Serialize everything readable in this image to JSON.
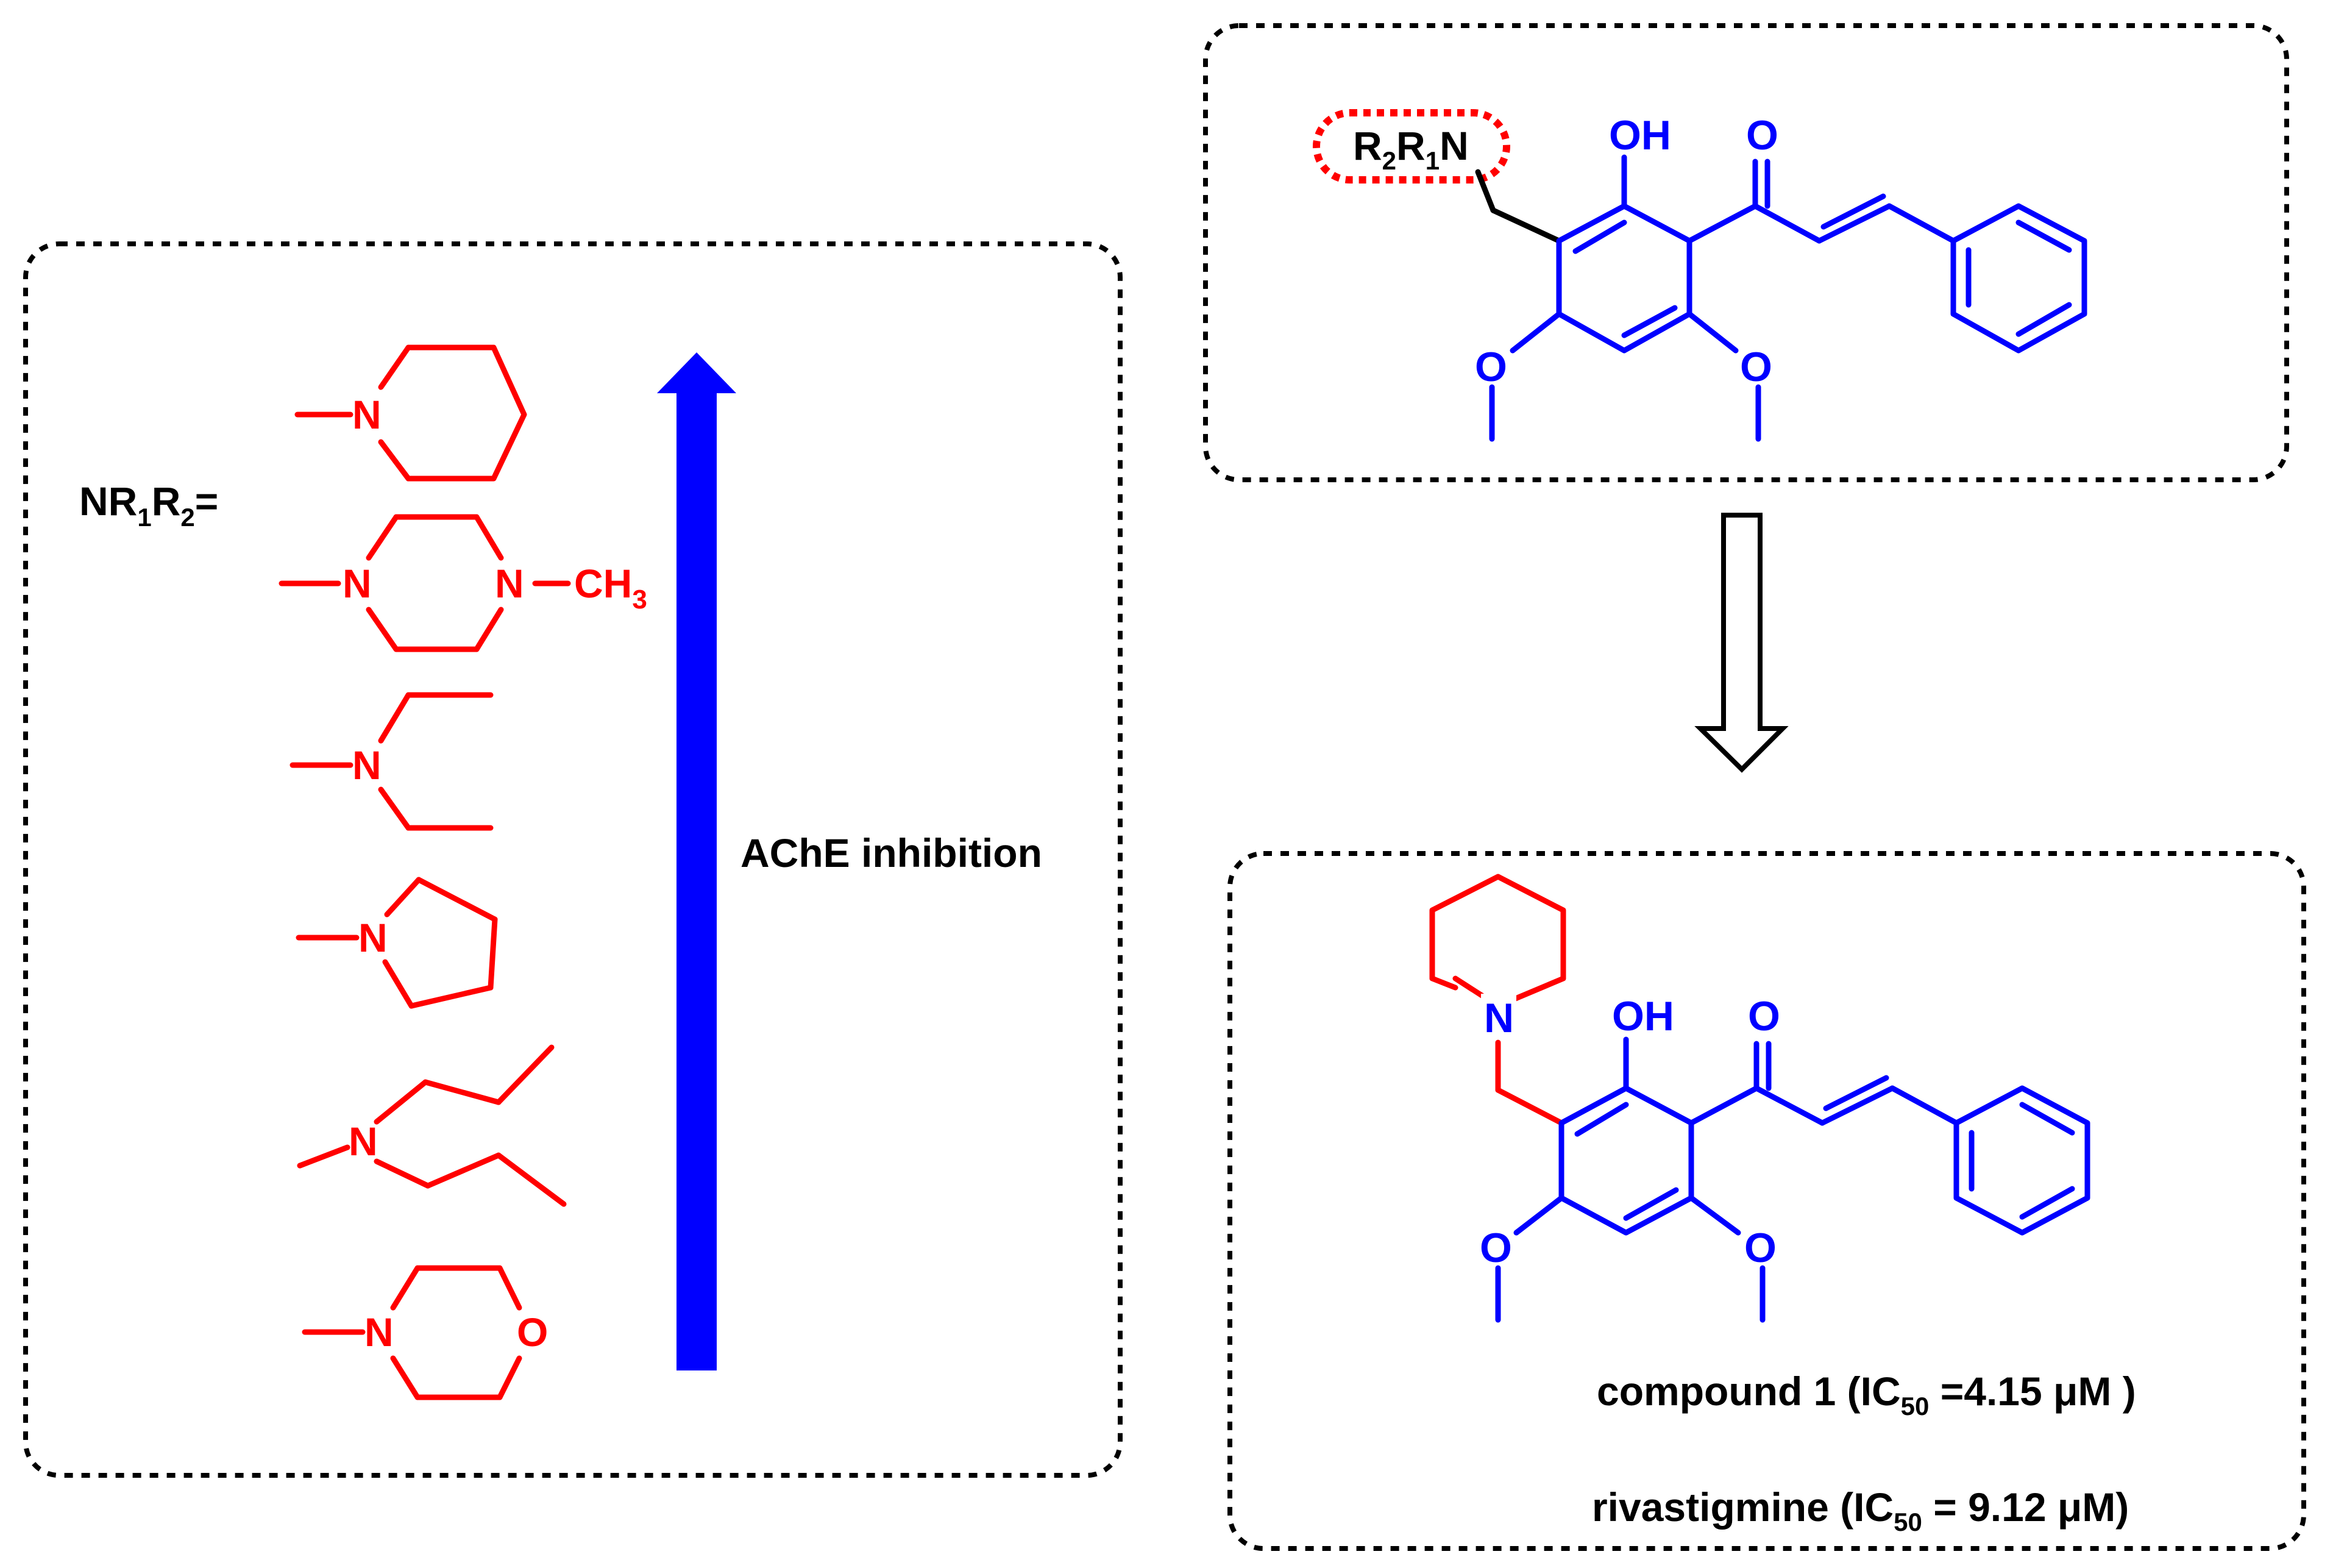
{
  "colors": {
    "substituent": "#ff0000",
    "scaffold": "#0000ff",
    "text": "#000000",
    "arrow": "#0000ff"
  },
  "left_panel": {
    "label_prefix": "NR",
    "label_sub1": "1",
    "label_mid": "R",
    "label_sub2": "2",
    "label_suffix": "=",
    "arrow_label": "AChE inhibition",
    "substituents": [
      {
        "atom_n": "N"
      },
      {
        "atom_n1": "N",
        "atom_n2": "N",
        "methyl": "CH",
        "methyl_sub": "3"
      },
      {
        "atom_n": "N"
      },
      {
        "atom_n": "N"
      },
      {
        "atom_n": "N"
      },
      {
        "atom_n": "N",
        "atom_o": "O"
      }
    ]
  },
  "top_right_panel": {
    "amine_r2": "R",
    "amine_sub2": "2",
    "amine_r1": "R",
    "amine_sub1": "1",
    "amine_n": "N",
    "hydroxyl": "OH",
    "carbonyl": "O",
    "methoxy_left": "O",
    "methoxy_right": "O"
  },
  "bottom_right_panel": {
    "amine_n": "N",
    "hydroxyl": "OH",
    "carbonyl": "O",
    "methoxy_left": "O",
    "methoxy_right": "O",
    "compound_prefix": "compound 1 (IC",
    "compound_sub": "50",
    "compound_suffix": " =4.15 μM )",
    "reference_prefix": "rivastigmine (IC",
    "reference_sub": "50",
    "reference_suffix": " = 9.12 μM)"
  }
}
